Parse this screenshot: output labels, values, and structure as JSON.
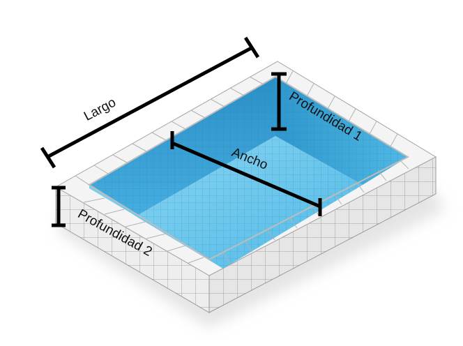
{
  "diagram": {
    "labels": {
      "largo": "Largo",
      "ancho": "Ancho",
      "profundidad_1": "Profundidad 1",
      "profundidad_2": "Profundidad 2"
    },
    "colors": {
      "water_light": "#7fd0f0",
      "water_mid": "#55bde8",
      "water_deep": "#2a9bd3",
      "tile_line": "#1f7fb0",
      "coping": "#f2f2f2",
      "coping_shadow": "#d8d8d8",
      "coping_line": "#9a9a9a",
      "dimension_line": "#000000",
      "shadow": "#cfcfcf"
    }
  }
}
